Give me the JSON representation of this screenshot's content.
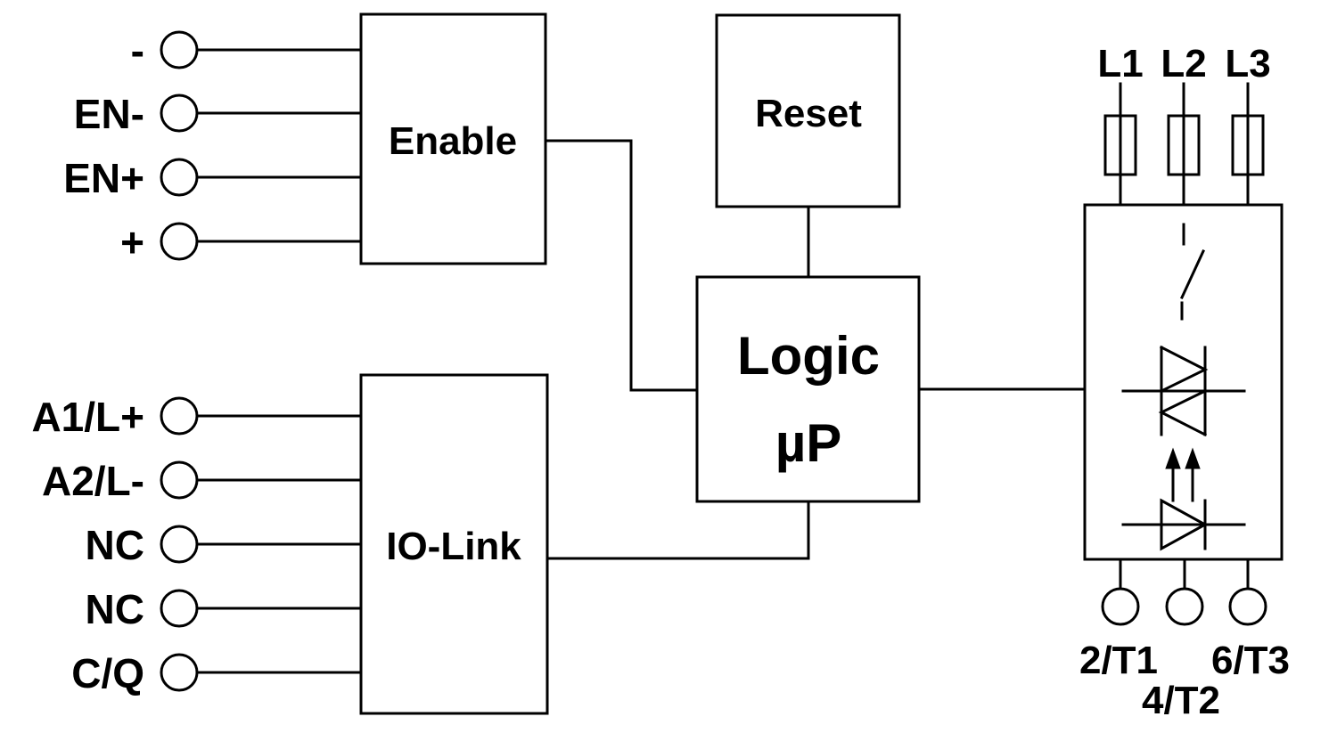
{
  "left_terminals_top": [
    "-",
    "EN-",
    "EN+",
    "+"
  ],
  "left_terminals_bottom": [
    "A1/L+",
    "A2/L-",
    "NC",
    "NC",
    "C/Q"
  ],
  "blocks": {
    "enable": "Enable",
    "io_link": "IO-Link",
    "reset": "Reset",
    "logic_line1": "Logic",
    "logic_line2": "µP"
  },
  "phase_inputs": [
    "L1",
    "L2",
    "L3"
  ],
  "output_terminals": [
    "2/T1",
    "4/T2",
    "6/T3"
  ]
}
